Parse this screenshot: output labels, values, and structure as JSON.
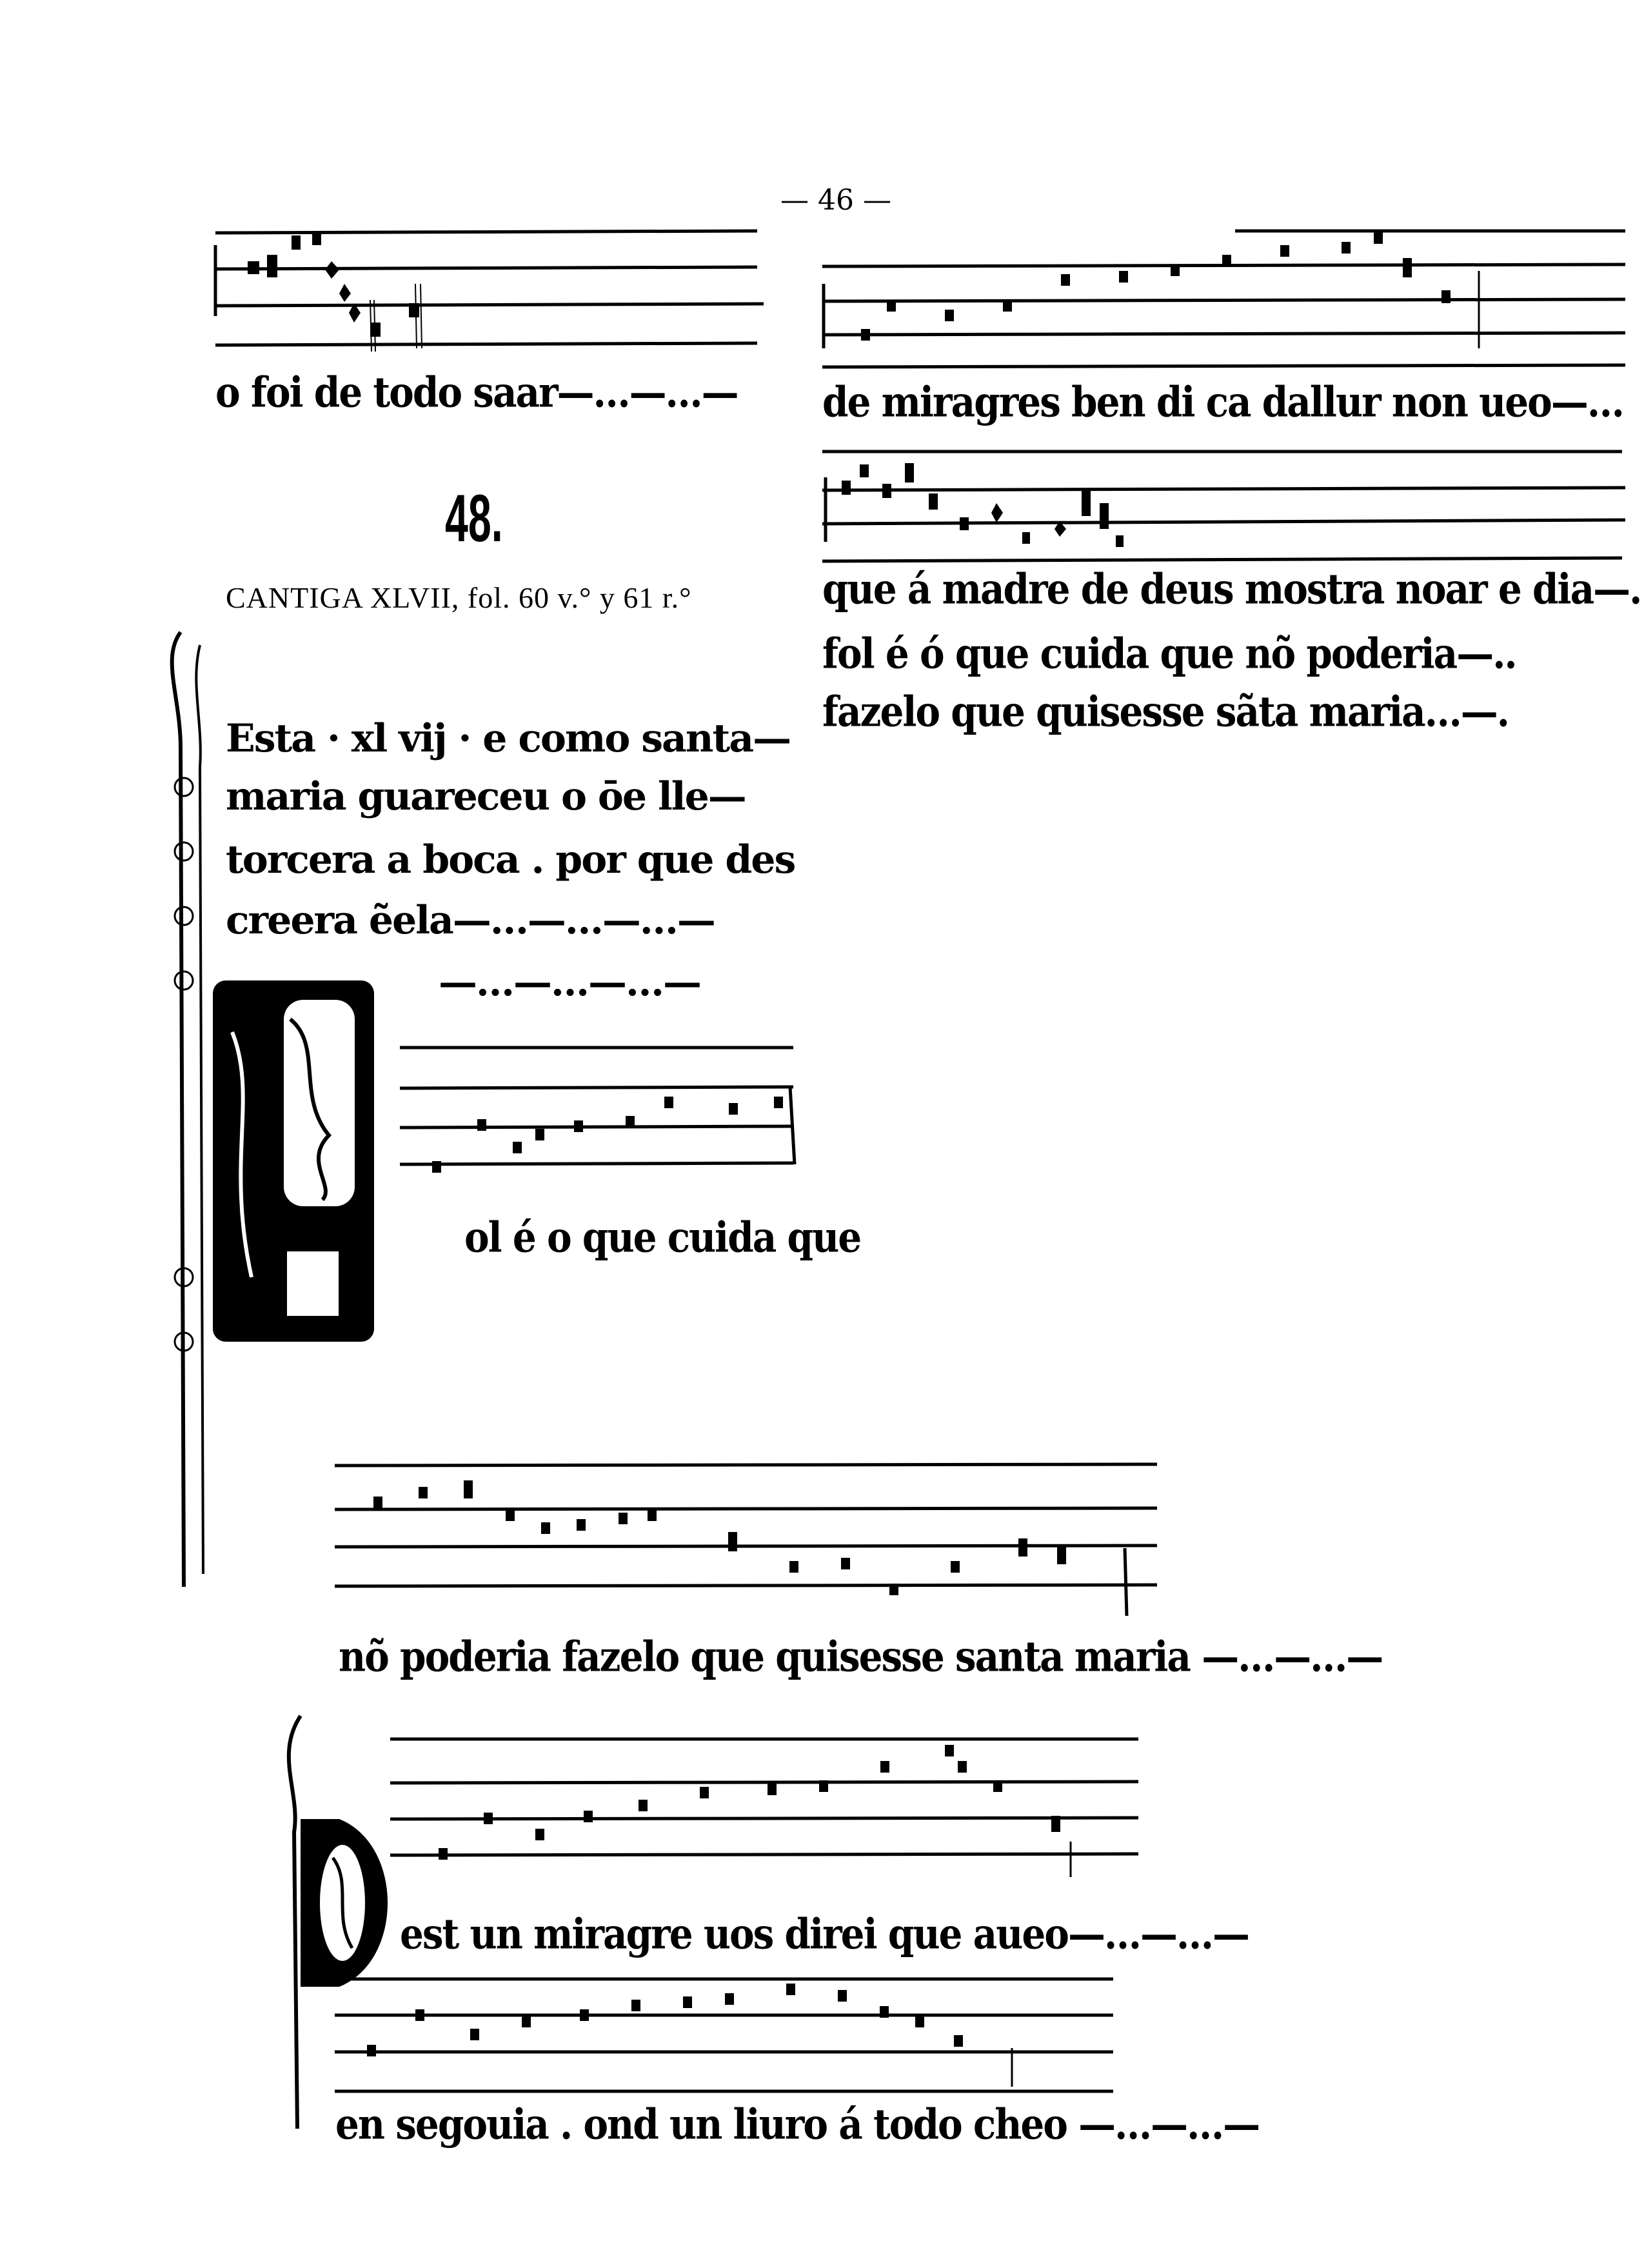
{
  "page_number": "— 46 —",
  "cantiga_number": "48.",
  "caption": "CANTIGA XLVII, fol. 60 v.° y 61 r.°",
  "left_column": {
    "lyric_top": "o foi de todo saar—…—…—",
    "rubric": [
      "Esta · xl vij · e como santa—",
      "maria guareceu o ōe lle—",
      "torcera a boca . por que des",
      "creera ẽela—…—…—…—"
    ],
    "rubric_trail": "—…—…—…—",
    "initial_letter": "F",
    "lyric_after_initial": "ol é o que cuida que"
  },
  "right_column": {
    "lyrics": [
      "de miragres ben di ca dallur non ueo—…",
      "que á madre de deus mostra noar e dia—.",
      "fol é ó que cuida que nõ poderia—..",
      "fazelo que quisesse sãta maria…—."
    ]
  },
  "bottom": {
    "lyric_1": "nõ poderia fazelo que quisesse santa maria —…—…—",
    "initial_letter": "D",
    "lyric_2": "est un miragre uos direi que aueo—…—…—",
    "lyric_3": "en segouia . ond un liuro á todo cheo —…—…—"
  }
}
